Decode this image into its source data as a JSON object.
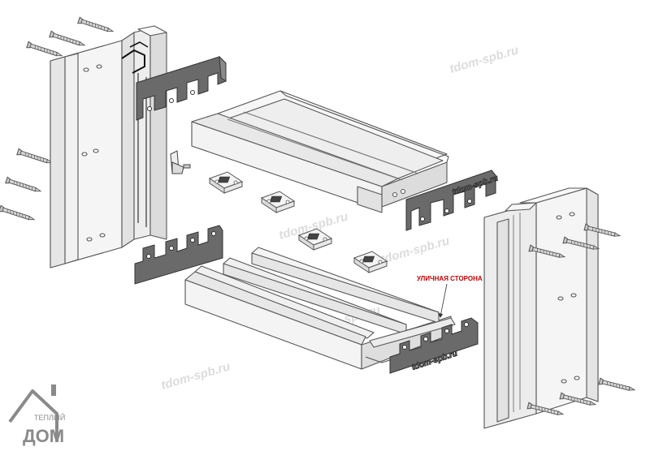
{
  "watermark": "tdom-spb.ru",
  "label_street_side": "УЛИЧНАЯ СТОРОНА",
  "logo": {
    "line1": "ТЕПЛЫЙ",
    "line2": "ДОМ"
  },
  "colors": {
    "profile_fill": "#f2f2f2",
    "profile_stroke": "#555555",
    "plate_fill": "#686868",
    "label_red": "#c00000",
    "watermark": "#d6d6d6"
  }
}
